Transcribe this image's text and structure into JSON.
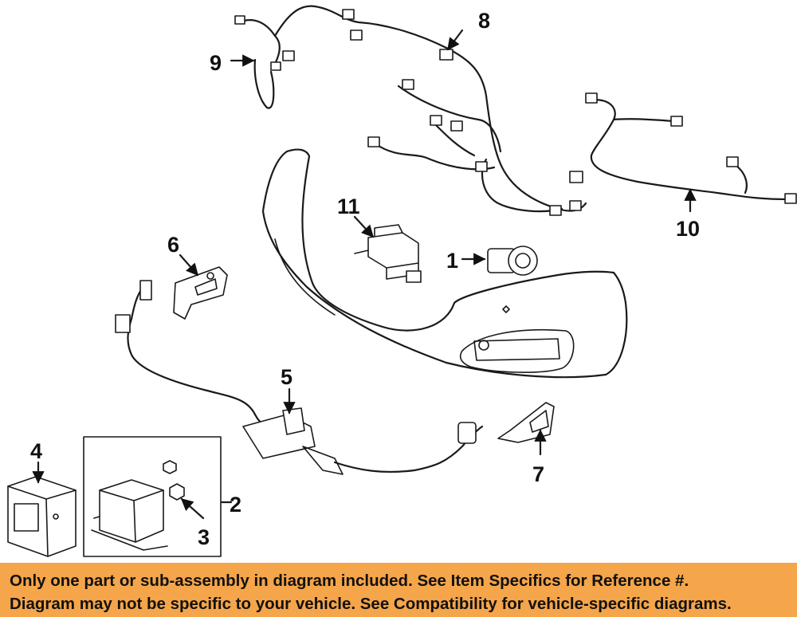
{
  "callouts": {
    "c1": "1",
    "c2": "2",
    "c3": "3",
    "c4": "4",
    "c5": "5",
    "c6": "6",
    "c7": "7",
    "c8": "8",
    "c9": "9",
    "c10": "10",
    "c11": "11"
  },
  "notice": {
    "line1": "Only one part or sub-assembly in diagram included. See Item Specifics for Reference #.",
    "line2": "Diagram may not be specific to your vehicle. See Compatibility for vehicle-specific diagrams."
  },
  "colors": {
    "notice_background": "#f5a54a",
    "line_art": "#1a1a1a",
    "background": "#ffffff"
  }
}
